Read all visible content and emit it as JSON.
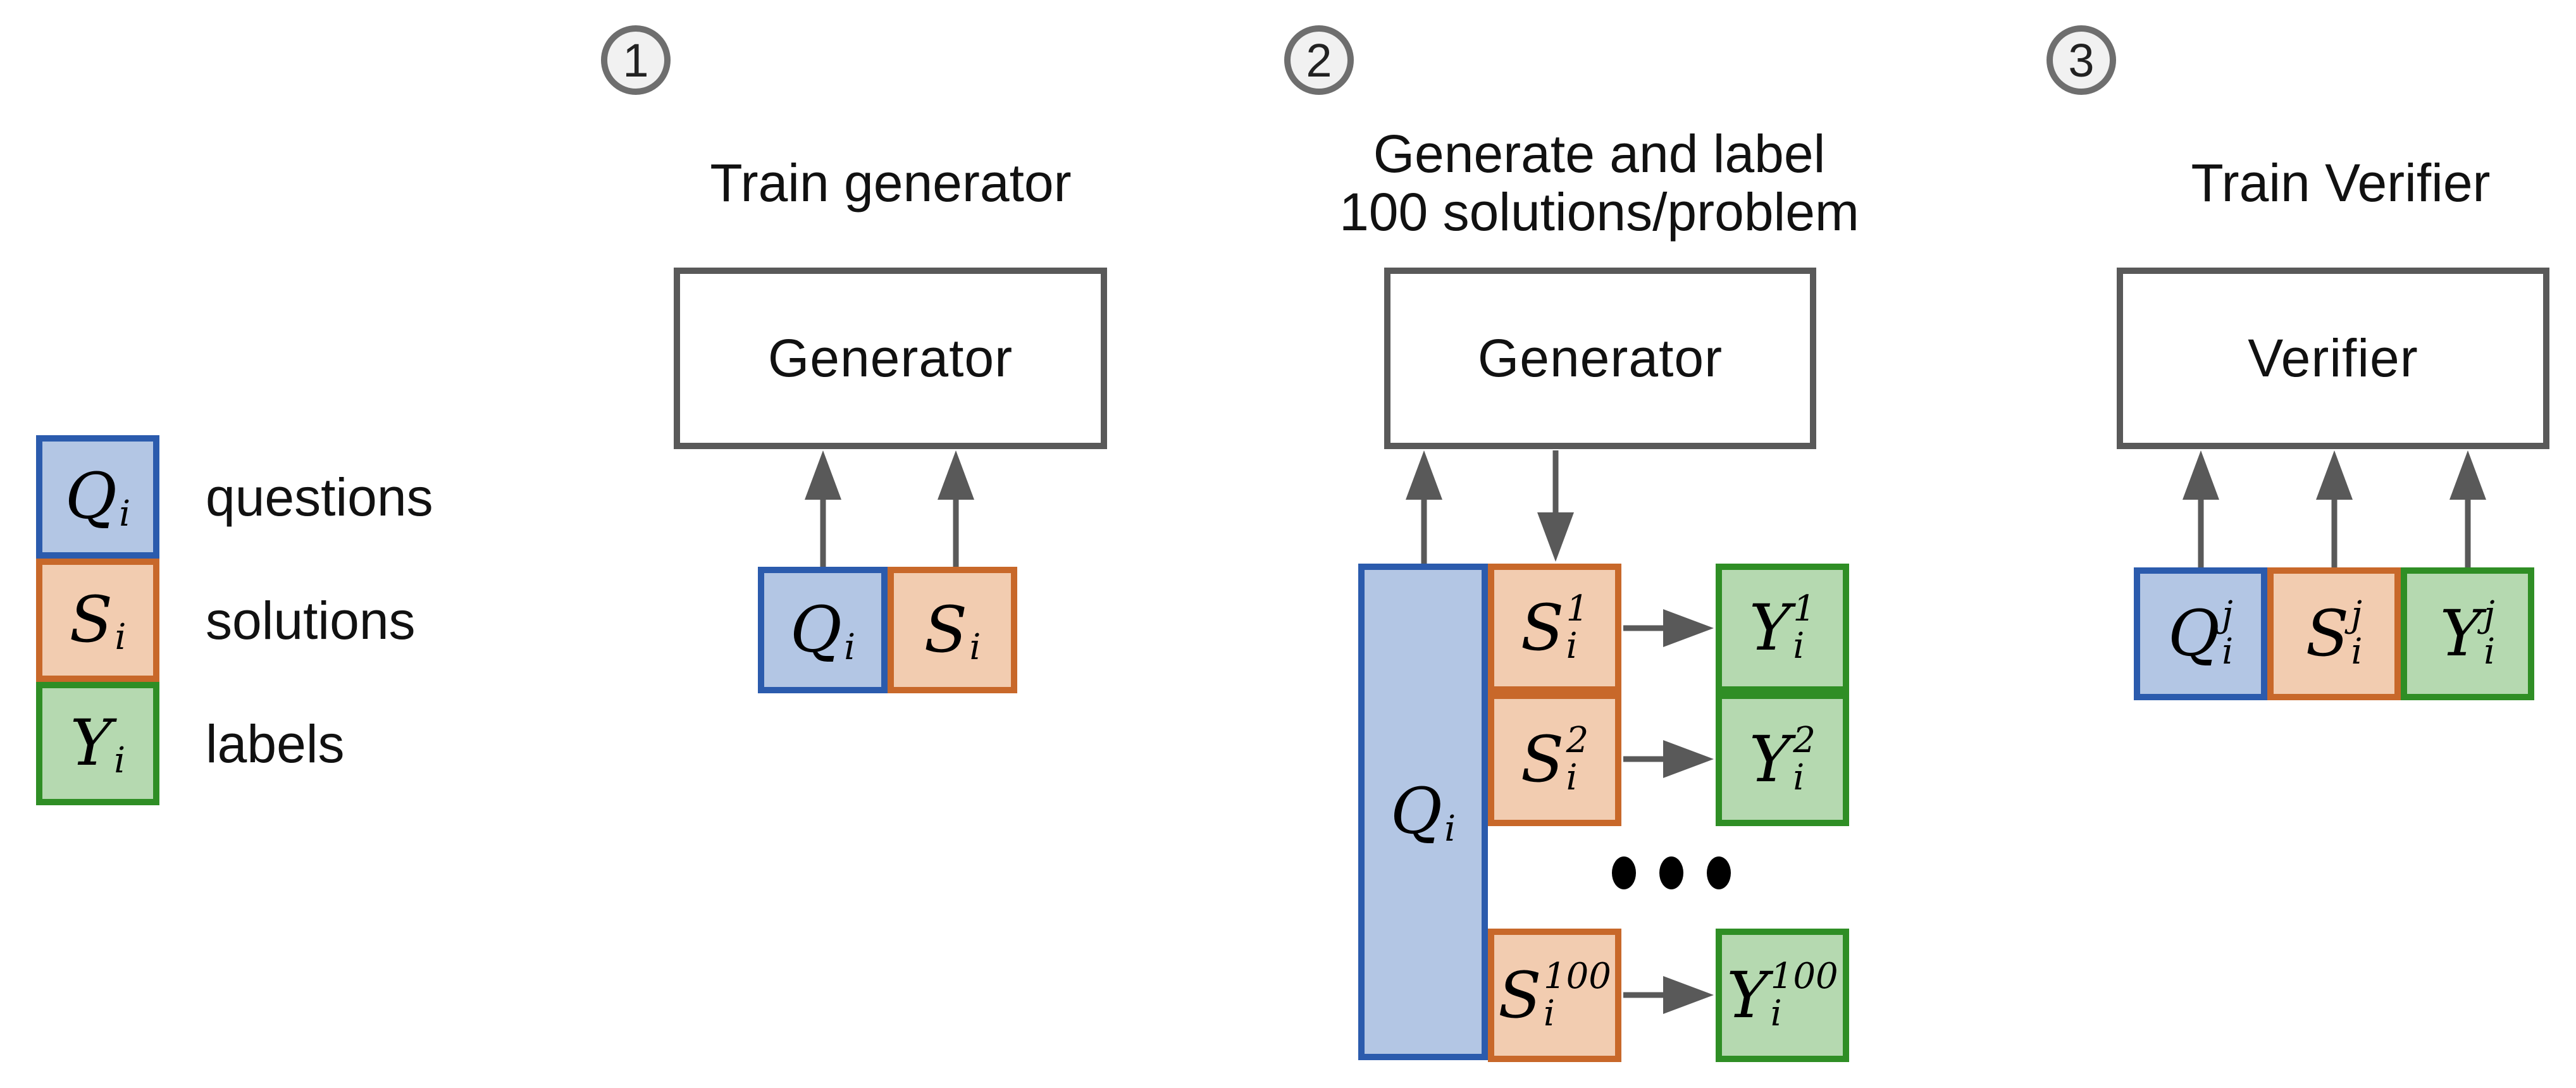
{
  "colors": {
    "blue_fill": "#b3c6e4",
    "blue_border": "#2b5bad",
    "orange_fill": "#f2ccb0",
    "orange_border": "#c8682a",
    "green_fill": "#b5d9b0",
    "green_border": "#2f8e25",
    "arrow_gray": "#595959",
    "circle_fill": "#f1f1f1",
    "circle_border": "#6e6e6e",
    "background": "#ffffff"
  },
  "icons": {
    "arrow_up": "up-arrow",
    "arrow_down": "down-arrow",
    "arrow_right": "right-arrow",
    "ellipsis": "three-dots"
  },
  "legend": {
    "items": [
      {
        "base": "Q",
        "sup": "",
        "sub": "i",
        "label": "questions"
      },
      {
        "base": "S",
        "sup": "",
        "sub": "i",
        "label": "solutions"
      },
      {
        "base": "Y",
        "sup": "",
        "sub": "i",
        "label": "labels"
      }
    ]
  },
  "stage1": {
    "number": "1",
    "title": "Train generator",
    "model": "Generator",
    "inputs": [
      {
        "base": "Q",
        "sup": "",
        "sub": "i"
      },
      {
        "base": "S",
        "sup": "",
        "sub": "i"
      }
    ]
  },
  "stage2": {
    "number": "2",
    "title_line1": "Generate and label",
    "title_line2": "100 solutions/problem",
    "model": "Generator",
    "question": {
      "base": "Q",
      "sup": "",
      "sub": "i"
    },
    "rows": [
      {
        "s": {
          "base": "S",
          "sup": "1",
          "sub": "i"
        },
        "y": {
          "base": "Y",
          "sup": "1",
          "sub": "i"
        }
      },
      {
        "s": {
          "base": "S",
          "sup": "2",
          "sub": "i"
        },
        "y": {
          "base": "Y",
          "sup": "2",
          "sub": "i"
        }
      },
      {
        "s": {
          "base": "S",
          "sup": "100",
          "sub": "i"
        },
        "y": {
          "base": "Y",
          "sup": "100",
          "sub": "i"
        }
      }
    ]
  },
  "stage3": {
    "number": "3",
    "title": "Train Verifier",
    "model": "Verifier",
    "inputs": [
      {
        "base": "Q",
        "sup": "j",
        "sub": "i"
      },
      {
        "base": "S",
        "sup": "j",
        "sub": "i"
      },
      {
        "base": "Y",
        "sup": "j",
        "sub": "i"
      }
    ]
  }
}
